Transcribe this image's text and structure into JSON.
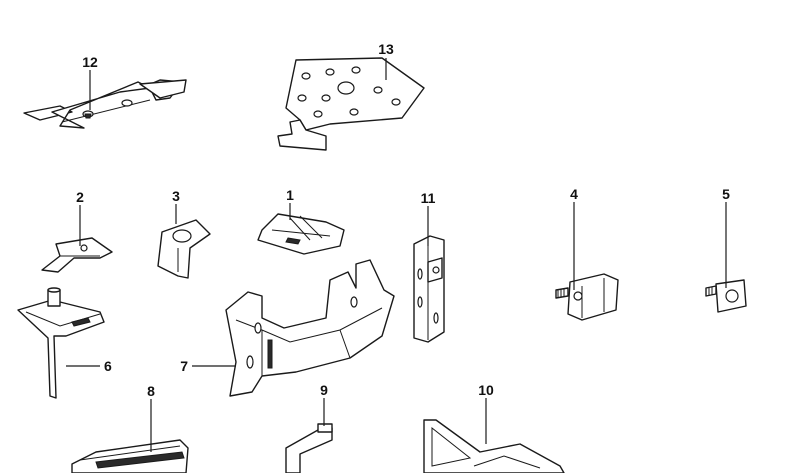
{
  "callouts": [
    {
      "id": "p12",
      "number": "12"
    },
    {
      "id": "p13",
      "number": "13"
    },
    {
      "id": "p2",
      "number": "2"
    },
    {
      "id": "p3",
      "number": "3"
    },
    {
      "id": "p1",
      "number": "1"
    },
    {
      "id": "p11",
      "number": "11"
    },
    {
      "id": "p4",
      "number": "4"
    },
    {
      "id": "p5",
      "number": "5"
    },
    {
      "id": "p6",
      "number": "6"
    },
    {
      "id": "p7",
      "number": "7"
    },
    {
      "id": "p8",
      "number": "8"
    },
    {
      "id": "p9",
      "number": "9"
    },
    {
      "id": "p10",
      "number": "10"
    }
  ],
  "colors": {
    "line": "#1a1a1a",
    "background": "#ffffff"
  }
}
